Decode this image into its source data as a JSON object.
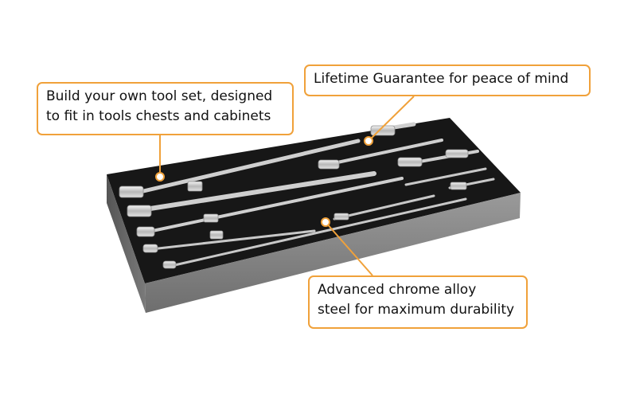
{
  "callouts": {
    "build": {
      "line1": "Build your own tool set, designed",
      "line2": "to fit in tools chests and cabinets"
    },
    "lifetime": {
      "text": "Lifetime Guarantee for peace of mind"
    },
    "chrome": {
      "line1": "Advanced chrome alloy",
      "line2": "steel for maximum durability"
    }
  },
  "colors": {
    "accent": "#f0a13a",
    "foam_top": "#161616",
    "foam_side": "#8a8a8a",
    "chrome": "#d8d8d8"
  }
}
